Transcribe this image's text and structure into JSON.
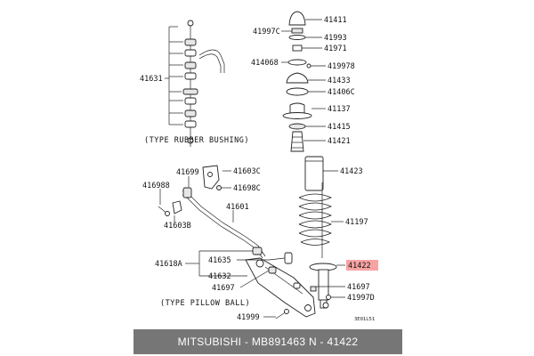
{
  "footer": {
    "text": "MITSUBISHI - MB891463     N - 41422",
    "bg_color": "#767676"
  },
  "highlight_color": "#f7a3a3",
  "highlighted_part": "41422",
  "captions": {
    "rubber_bushing": "(TYPE RUBBER BUSHING)",
    "pillow_ball": "(TYPE PILLOW BALL)"
  },
  "diagram_code": "3E01L51",
  "parts": {
    "p41411": "41411",
    "p41997C_top": "41997C",
    "p41993": "41993",
    "p41971": "41971",
    "p414068": "414068",
    "p419978": "419978",
    "p41433": "41433",
    "p41406C": "41406C",
    "p41137": "41137",
    "p41415": "41415",
    "p41421": "41421",
    "p41423": "41423",
    "p41197": "41197",
    "p41422": "41422",
    "p41697_right": "41697",
    "p41997D": "41997D",
    "p41631": "41631",
    "p41699": "41699",
    "p41603C": "41603C",
    "p41698C": "41698C",
    "p416988": "416988",
    "p41601": "41601",
    "p41603B": "41603B",
    "p41618A": "41618A",
    "p41635": "41635",
    "p41632": "41632",
    "p41697_left": "41697",
    "p41999": "41999"
  }
}
